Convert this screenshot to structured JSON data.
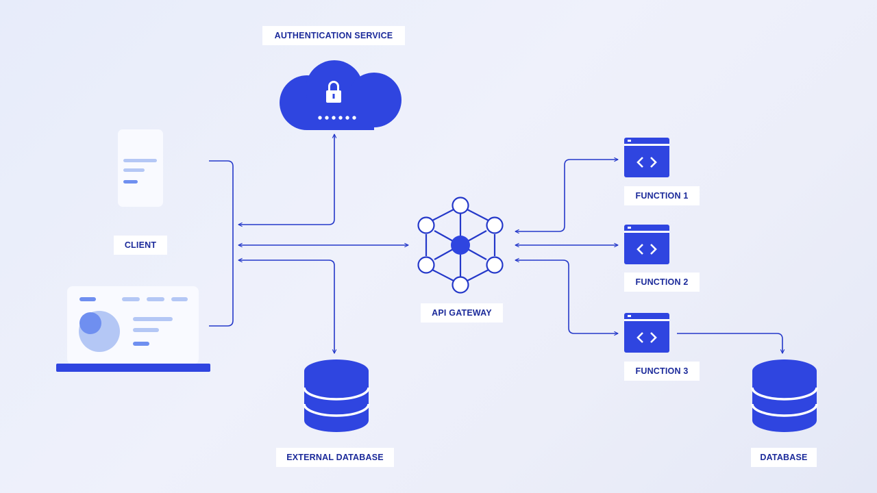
{
  "labels": {
    "auth_service": "AUTHENTICATION SERVICE",
    "client": "CLIENT",
    "api_gateway": "API GATEWAY",
    "external_database": "EXTERNAL DATABASE",
    "function_1": "FUNCTION 1",
    "function_2": "FUNCTION 2",
    "function_3": "FUNCTION 3",
    "database": "DATABASE"
  },
  "icons": {
    "auth_service": "cloud-lock-icon",
    "client_mobile": "mobile-phone-icon",
    "client_desktop": "laptop-icon",
    "api_gateway": "network-hub-icon",
    "functions": "code-window-icon",
    "databases": "database-icon"
  },
  "colors": {
    "primary": "#2f45e0",
    "line": "#2438c9",
    "text": "#1b2a9a",
    "light": "#b4c7f5",
    "label_bg": "#ffffff"
  }
}
